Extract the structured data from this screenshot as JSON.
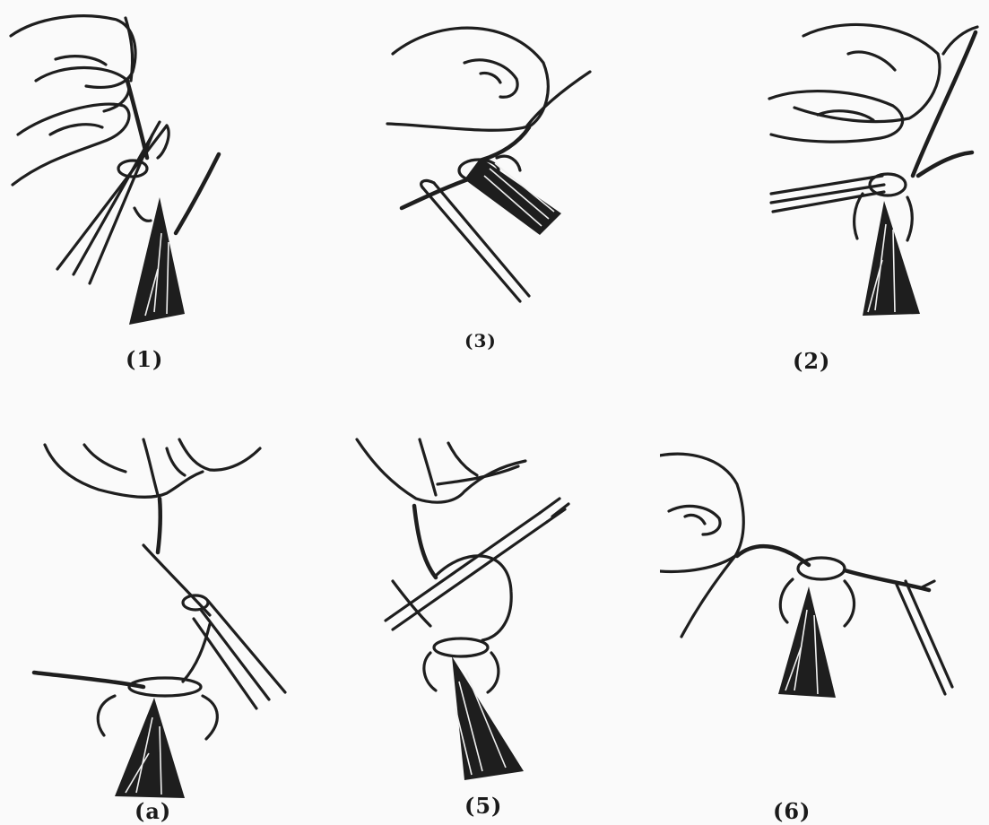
{
  "figure": {
    "panels": [
      {
        "caption": "(1)"
      },
      {
        "caption": "(3)"
      },
      {
        "caption": "(2)"
      },
      {
        "caption": "(a)"
      },
      {
        "caption": "(5)"
      },
      {
        "caption": "(6)"
      }
    ]
  }
}
